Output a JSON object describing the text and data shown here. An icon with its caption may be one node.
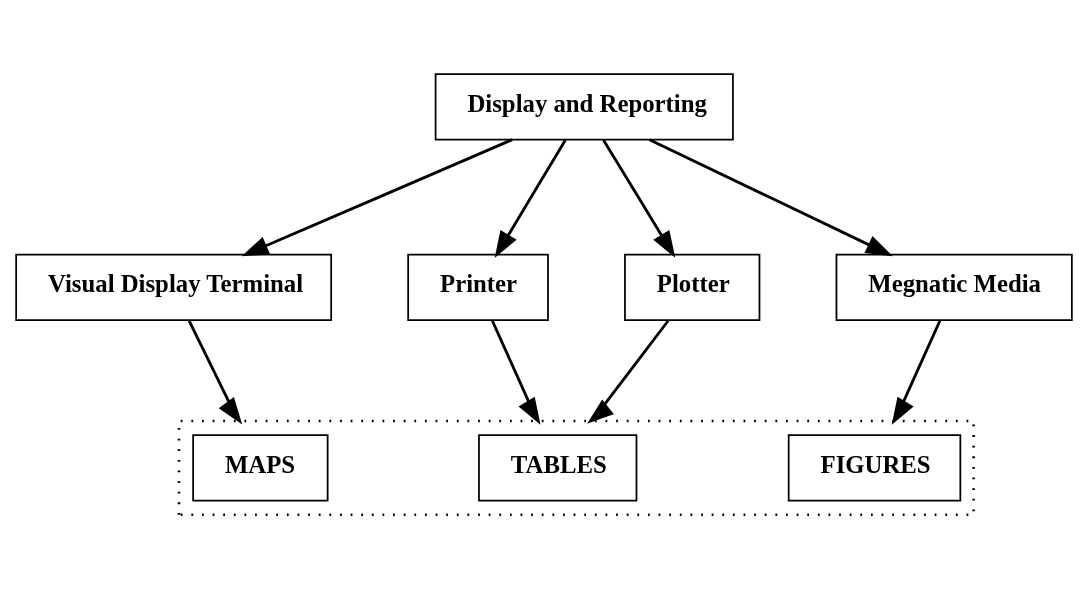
{
  "diagram": {
    "nodes": [
      {
        "text": [
          "Display and Reporting"
        ]
      },
      {
        "text": [
          "Visual Display Terminal"
        ]
      },
      {
        "text": [
          "Printer"
        ]
      },
      {
        "text": [
          "Plotter"
        ]
      },
      {
        "text": [
          "Megnatic Media"
        ]
      },
      {
        "text": [],
        "shape": "box"
      },
      {
        "text": [
          "MAPS"
        ],
        "in": 5
      },
      {
        "text": [
          "TABLES"
        ],
        "in": 5
      },
      {
        "text": [
          "FIGURES"
        ],
        "in": 5
      }
    ],
    "edges": [
      {
        "from": 0,
        "to": 1,
        "arrow": "to"
      },
      {
        "from": 0,
        "to": 2,
        "arrow": "to"
      },
      {
        "from": 0,
        "to": 3,
        "arrow": "to"
      },
      {
        "from": 0,
        "to": 4,
        "arrow": "to"
      },
      {
        "from": 1,
        "to": 5,
        "arrow": "to"
      },
      {
        "from": 2,
        "to": 5,
        "arrow": "to"
      },
      {
        "from": 3,
        "to": 5,
        "arrow": "to"
      },
      {
        "from": 4,
        "to": 5,
        "arrow": "to"
      }
    ]
  }
}
